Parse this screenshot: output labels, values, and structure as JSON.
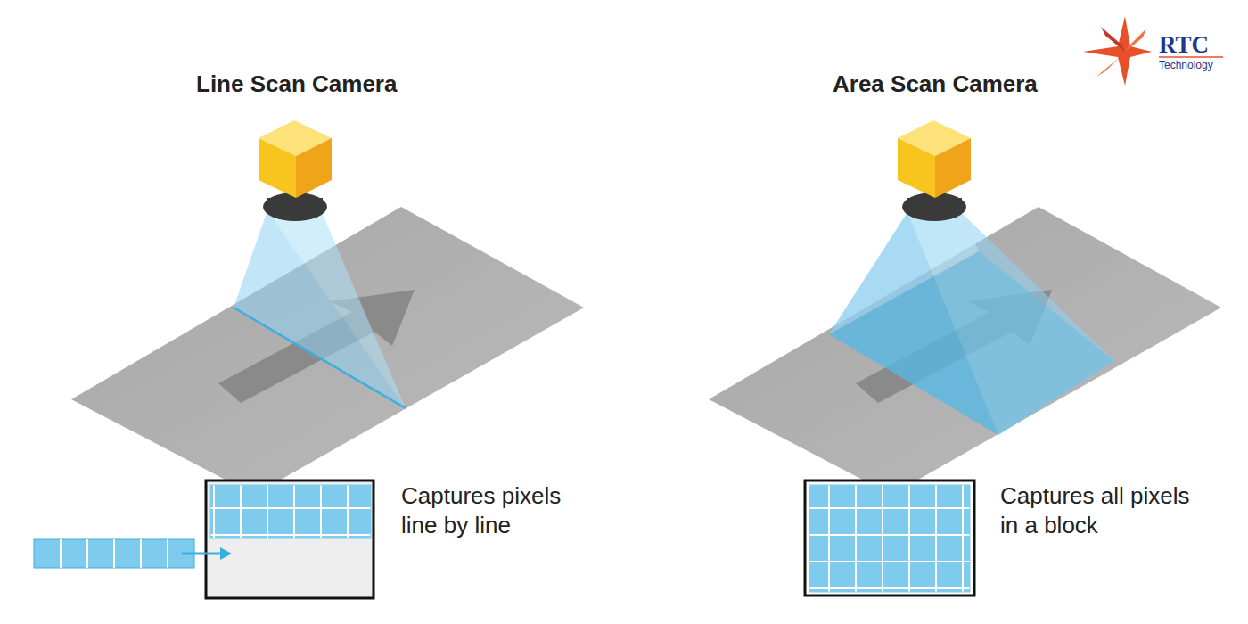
{
  "diagram": {
    "labels": [
      "Line Scan Camera",
      "Area Scan Camera",
      "Captures pixels line by line",
      "Captures all pixels in a block",
      "RTC",
      "Technology"
    ]
  }
}
